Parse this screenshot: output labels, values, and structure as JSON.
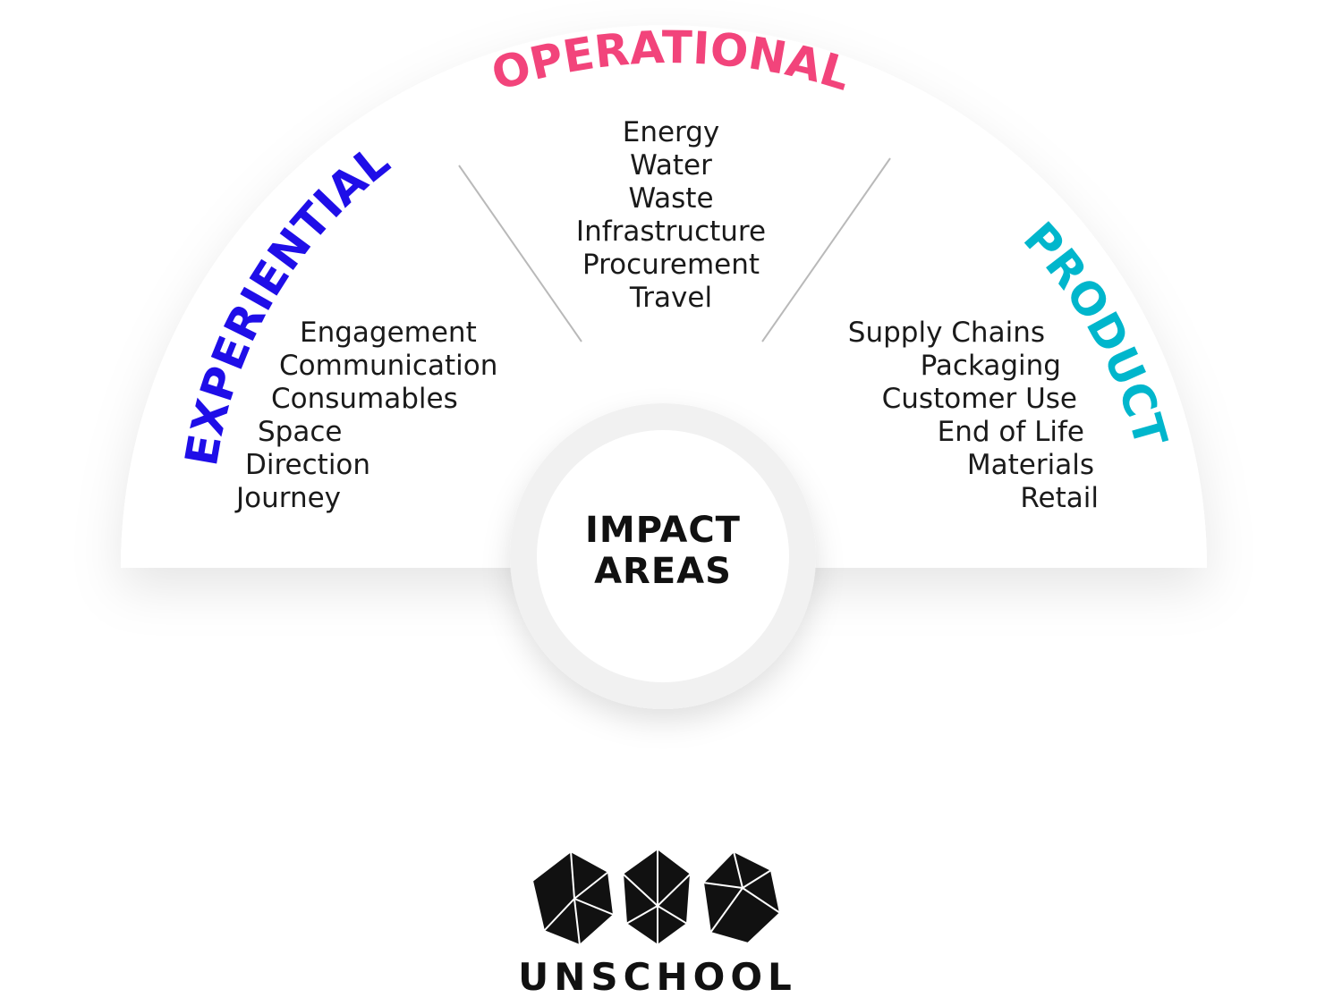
{
  "center": {
    "line1": "IMPACT",
    "line2": "AREAS"
  },
  "sections": {
    "operational": {
      "title": "OPERATIONAL",
      "color": "#f2447b",
      "items": [
        "Energy",
        "Water",
        "Waste",
        "Infrastructure",
        "Procurement",
        "Travel"
      ]
    },
    "experiential": {
      "title": "EXPERIENTIAL",
      "color": "#1f0ee8",
      "items": [
        "Engagement",
        "Communication",
        "Consumables",
        "Space",
        "Direction",
        "Journey"
      ]
    },
    "product": {
      "title": "PRODUCT",
      "color": "#00b6cc",
      "items": [
        "Supply Chains",
        "Packaging",
        "Customer Use",
        "End of Life",
        "Materials",
        "Retail"
      ]
    }
  },
  "brand": {
    "name": "UNSCHOOL"
  }
}
